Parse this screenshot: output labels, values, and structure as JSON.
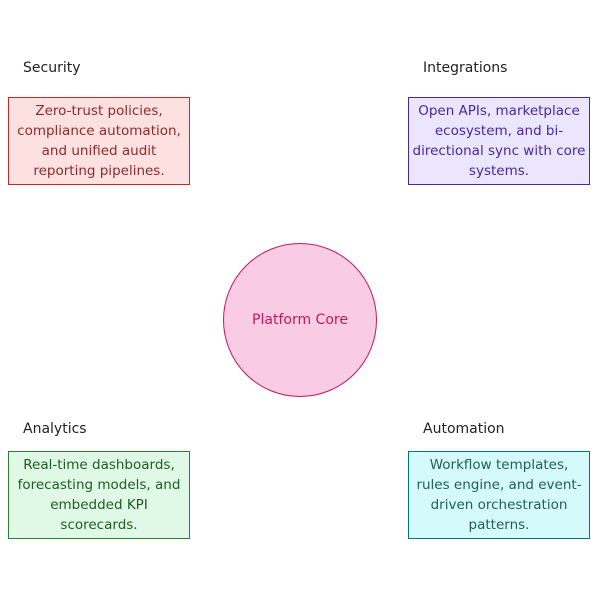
{
  "center": {
    "label": "Platform Core",
    "fill": "#f9cbe5",
    "stroke": "#c2185b"
  },
  "nodes": [
    {
      "title": "Security",
      "text": "Zero-trust policies,\ncompliance automation,\nand unified audit\nreporting pipelines.",
      "fill": "#fde0e0",
      "stroke": "#c62828",
      "textColor": "#8e2a2a"
    },
    {
      "title": "Integrations",
      "text": "Open APIs, marketplace\necosystem, and bi-\ndirectional sync with core\nsystems.",
      "fill": "#ebe6fd",
      "stroke": "#4527a0",
      "textColor": "#4527a0"
    },
    {
      "title": "Analytics",
      "text": "Real-time dashboards,\nforecasting models, and\nembedded KPI\nscorecards.",
      "fill": "#e0f8e6",
      "stroke": "#2e7d32",
      "textColor": "#1b5e20"
    },
    {
      "title": "Automation",
      "text": "Workflow templates,\nrules engine, and event-\ndriven orchestration\npatterns.",
      "fill": "#d4fafb",
      "stroke": "#00796b",
      "textColor": "#205f5a"
    }
  ]
}
